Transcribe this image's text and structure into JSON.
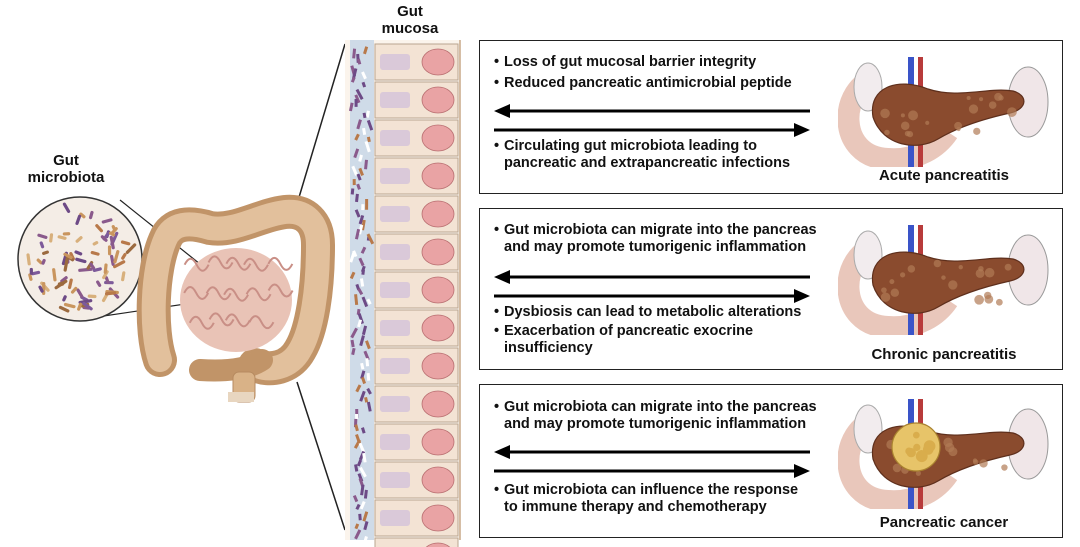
{
  "labels": {
    "gut_microbiota": [
      "Gut",
      "microbiota"
    ],
    "gut_mucosa": [
      "Gut",
      "mucosa"
    ]
  },
  "panels": [
    {
      "top_bullets": [
        "Loss of gut mucosal barrier integrity",
        "Reduced pancreatic antimicrobial peptide"
      ],
      "bottom_bullets": [
        "Circulating gut microbiota leading to",
        "pancreatic and extrapancreatic infections"
      ],
      "bottom_bullet_count": 1,
      "caption": "Acute pancreatitis"
    },
    {
      "top_bullets": [
        "Gut microbiota can migrate into the pancreas",
        "and may promote tumorigenic inflammation"
      ],
      "bottom_bullets": [
        "Dysbiosis can lead to metabolic alterations",
        "Exacerbation of pancreatic exocrine",
        "insufficiency"
      ],
      "caption": "Chronic pancreatitis"
    },
    {
      "top_bullets": [
        "Gut microbiota can migrate into the pancreas",
        "and may promote tumorigenic inflammation"
      ],
      "bottom_bullets": [
        "Gut microbiota can influence the response",
        "to immune therapy and chemotherapy"
      ],
      "caption": "Pancreatic cancer"
    }
  ],
  "bullet_glyph": "•",
  "colors": {
    "intestine": "#d9b287",
    "small_intestine": "#e8b9ae",
    "mucosa_cell": "#f3e3d4",
    "nucleus": "#e9a3a4",
    "pancreas": "#8a4b2e",
    "tumor": "#e7c469"
  }
}
